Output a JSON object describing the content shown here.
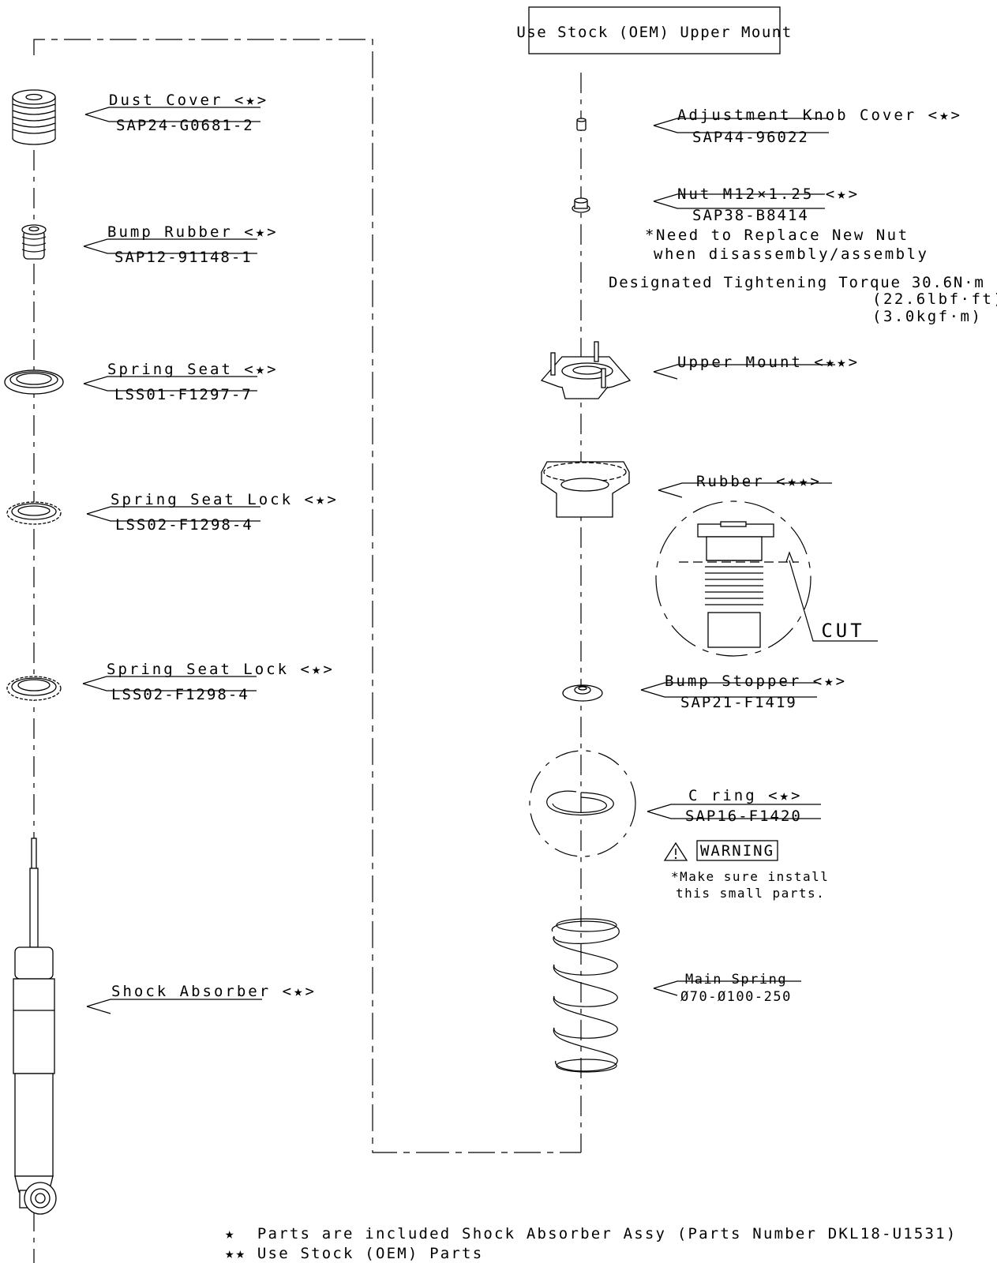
{
  "header": {
    "upper_mount_box": "Use Stock (OEM) Upper Mount"
  },
  "left_parts": [
    {
      "label": "Dust Cover <★>",
      "part_number": "SAP24-G0681-2"
    },
    {
      "label": "Bump Rubber <★>",
      "part_number": "SAP12-91148-1"
    },
    {
      "label": "Spring Seat <★>",
      "part_number": "LSS01-F1297-7"
    },
    {
      "label": "Spring Seat Lock <★>",
      "part_number": "LSS02-F1298-4"
    },
    {
      "label": "Spring Seat Lock <★>",
      "part_number": "LSS02-F1298-4"
    },
    {
      "label": "Shock Absorber <★>",
      "part_number": ""
    }
  ],
  "right_parts": {
    "knob_cover": {
      "label": "Adjustment Knob Cover <★>",
      "part_number": "SAP44-96022"
    },
    "nut": {
      "label": "Nut M12×1.25 <★>",
      "part_number": "SAP38-B8414",
      "note_1": "*Need to Replace New Nut",
      "note_2": "when disassembly/assembly",
      "torque_1": "Designated Tightening Torque 30.6N·m",
      "torque_2": "(22.6lbf·ft)",
      "torque_3": "(3.0kgf·m)"
    },
    "upper_mount": {
      "label": "Upper Mount <★★>"
    },
    "rubber": {
      "label": "Rubber <★★>",
      "cut_label": "CUT"
    },
    "bump_stopper": {
      "label": "Bump Stopper <★>",
      "part_number": "SAP21-F1419"
    },
    "c_ring": {
      "label": "C ring <★>",
      "part_number": "SAP16-F1420",
      "warning": "WARNING",
      "warning_note_1": "*Make sure install",
      "warning_note_2": "this small parts."
    },
    "main_spring": {
      "label": "Main Spring",
      "part_number": "Ø70-Ø100-250"
    }
  },
  "footer": {
    "legend_1": "★  Parts are included Shock Absorber Assy (Parts Number DKL18-U1531)",
    "legend_2": "★★ Use Stock (OEM) Parts"
  }
}
